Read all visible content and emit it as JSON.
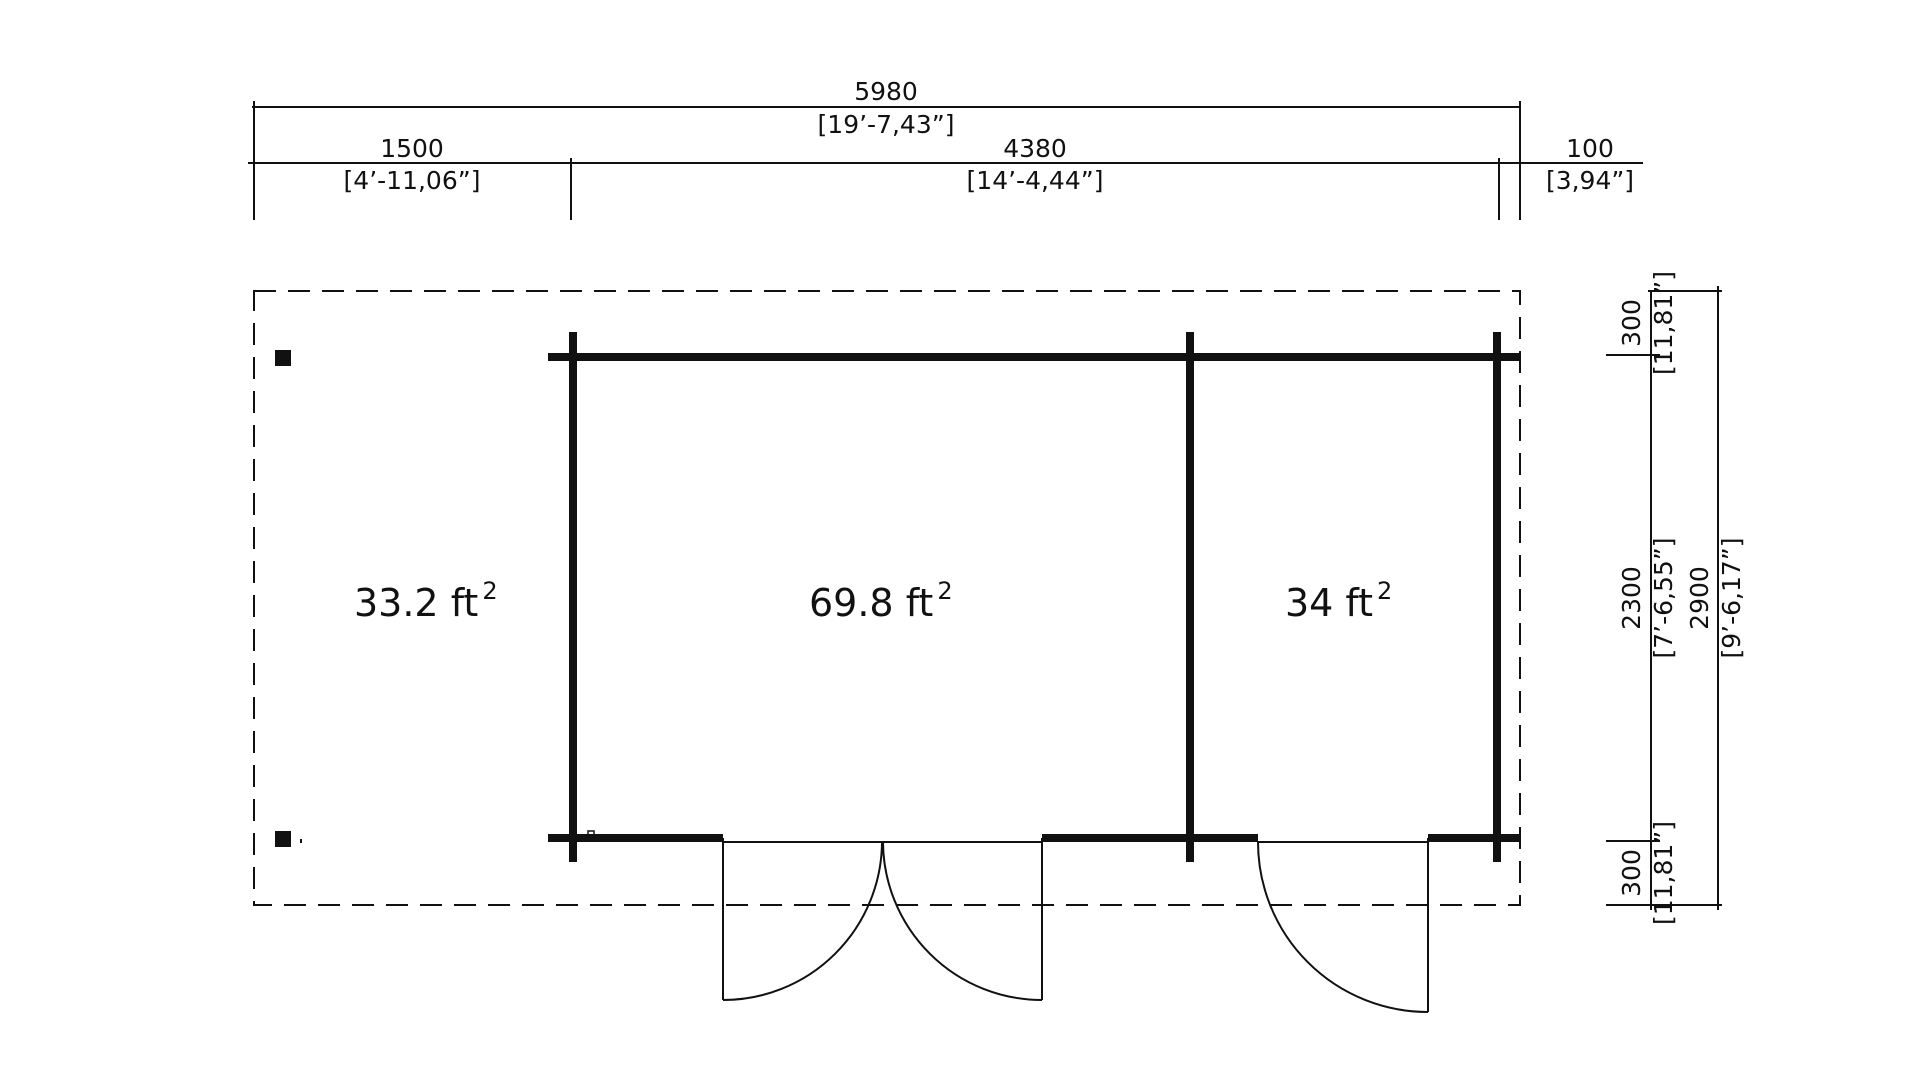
{
  "dimensions": {
    "total_width_mm": "5980",
    "total_width_imperial": "[19’-7,43”]",
    "overhang_width_mm": "1500",
    "overhang_width_imperial": "[4’-11,06”]",
    "cabin_width_mm": "4380",
    "cabin_width_imperial": "[14’-4,44”]",
    "end_overhang_mm": "100",
    "end_overhang_imperial": "[3,94”]",
    "top_overhang_mm": "300",
    "top_overhang_imperial": "[11,81”]",
    "cabin_depth_mm": "2300",
    "cabin_depth_imperial": "[7’-6,55”]",
    "total_depth_mm": "2900",
    "total_depth_imperial": "[9’-6,17”]",
    "bottom_overhang_mm": "300",
    "bottom_overhang_imperial": "[11,81”]"
  },
  "areas": {
    "canopy_value": "33.2 ft",
    "main_room_value": "69.8 ft",
    "side_room_value": "34 ft",
    "exponent": "2"
  }
}
